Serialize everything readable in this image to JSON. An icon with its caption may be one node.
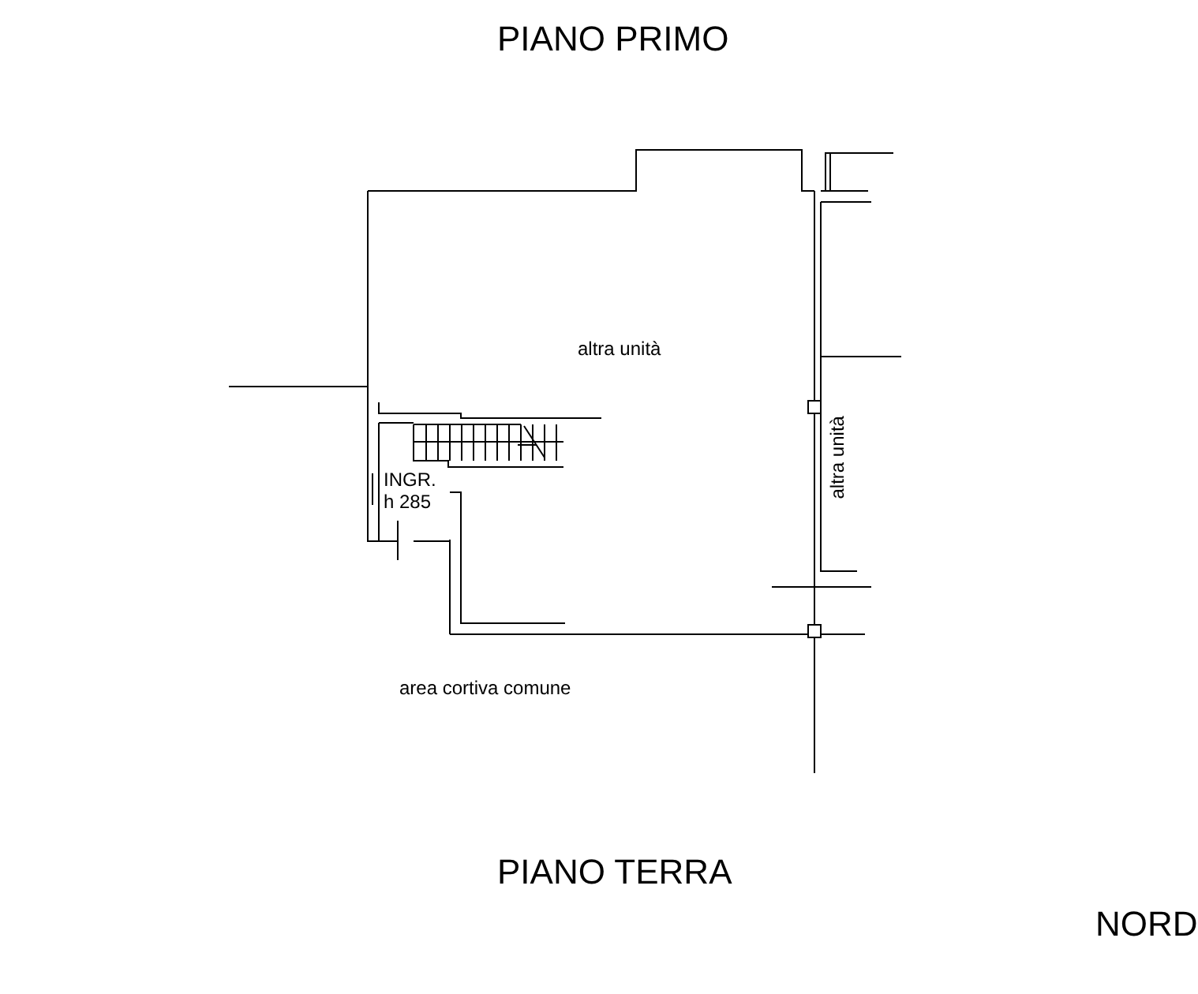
{
  "diagram": {
    "title": "PIANO PRIMO",
    "labels": [
      "altra unità",
      "altra unità",
      "INGR. h 285",
      "area cortiva comune",
      "PIANO TERRA",
      "NORD"
    ]
  }
}
